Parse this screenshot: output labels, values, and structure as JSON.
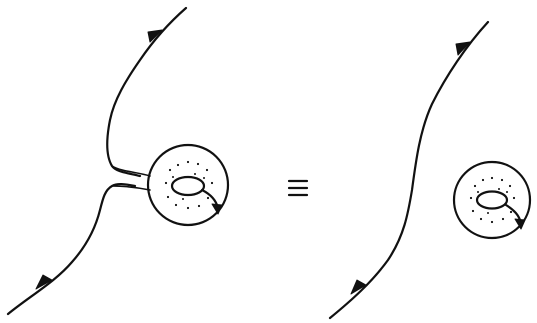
{
  "diagram": {
    "relation_symbol": "≡",
    "colors": {
      "ink": "#111111",
      "background": "#ffffff"
    },
    "left_figure": {
      "description_icons": [
        "strand-with-branch",
        "torus-loop"
      ]
    },
    "right_figure": {
      "description_icons": [
        "strand",
        "torus-loop"
      ]
    }
  }
}
